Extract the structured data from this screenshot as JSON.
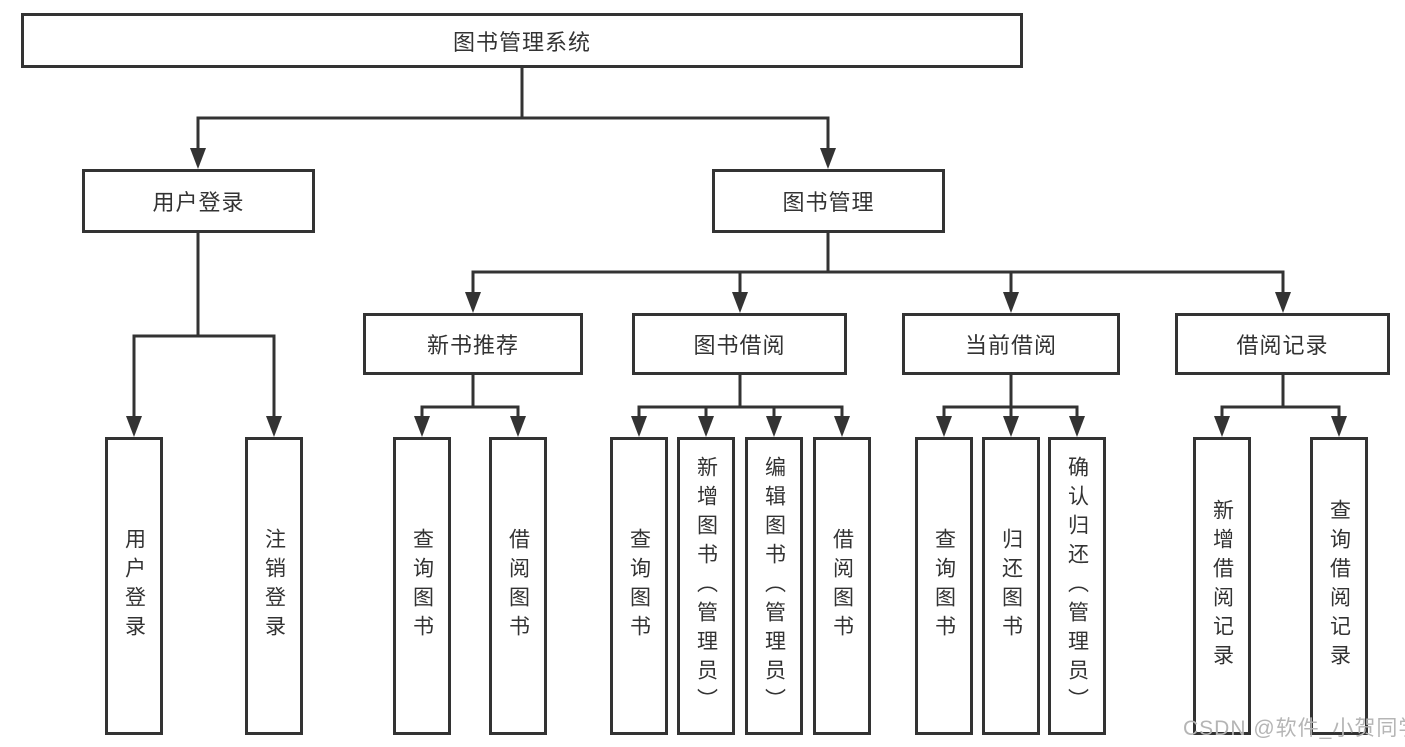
{
  "diagram": {
    "title": "图书管理系统",
    "tree": {
      "root": {
        "label": "图书管理系统",
        "children": [
          {
            "label": "用户登录",
            "children": [
              {
                "label": "用户登录"
              },
              {
                "label": "注销登录"
              }
            ]
          },
          {
            "label": "图书管理",
            "children": [
              {
                "label": "新书推荐",
                "children": [
                  {
                    "label": "查询图书"
                  },
                  {
                    "label": "借阅图书"
                  }
                ]
              },
              {
                "label": "图书借阅",
                "children": [
                  {
                    "label": "查询图书"
                  },
                  {
                    "label": "新增图书（管理员）"
                  },
                  {
                    "label": "编辑图书（管理员）"
                  },
                  {
                    "label": "借阅图书"
                  }
                ]
              },
              {
                "label": "当前借阅",
                "children": [
                  {
                    "label": "查询图书"
                  },
                  {
                    "label": "归还图书"
                  },
                  {
                    "label": "确认归还（管理员）"
                  }
                ]
              },
              {
                "label": "借阅记录",
                "children": [
                  {
                    "label": "新增借阅记录"
                  },
                  {
                    "label": "查询借阅记录"
                  }
                ]
              }
            ]
          }
        ]
      }
    },
    "colors": {
      "line": "#333333",
      "text": "#333333",
      "background": "#ffffff",
      "watermark": "#b5b5b5"
    }
  },
  "watermark": {
    "text": "CSDN @软件_小贺同学"
  }
}
